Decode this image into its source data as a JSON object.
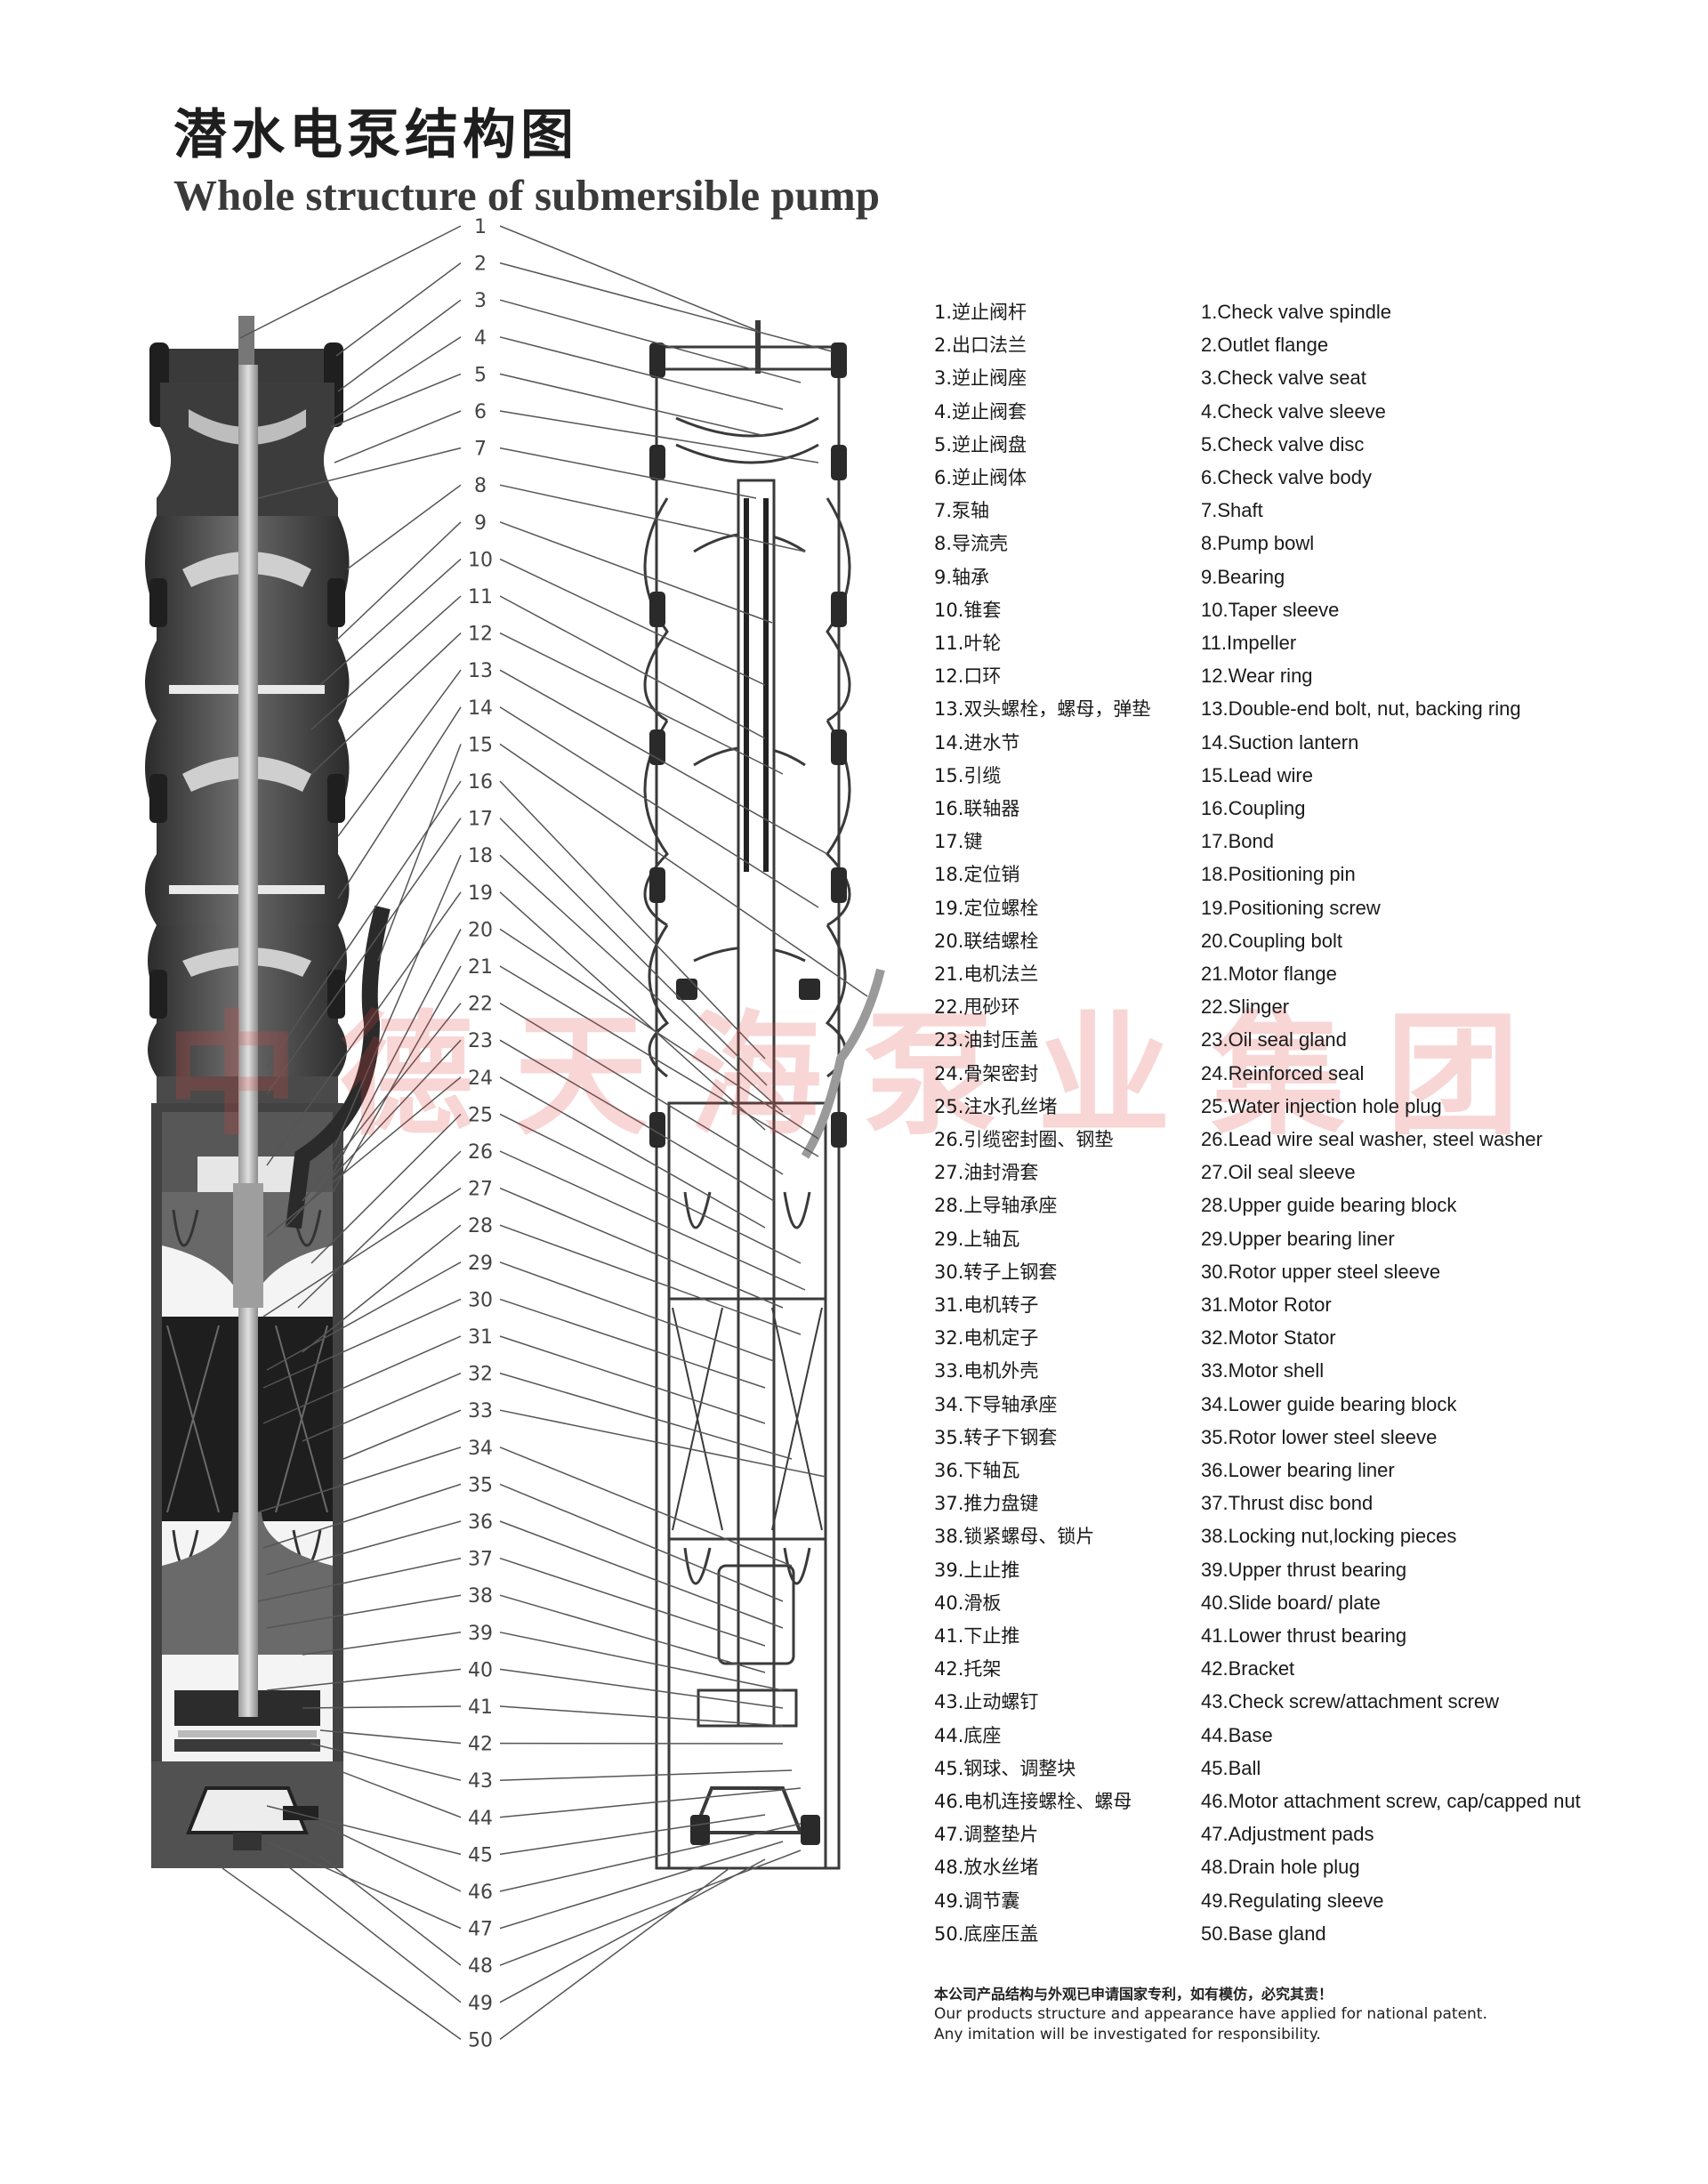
{
  "title": {
    "cn": "潜水电泵结构图",
    "en": "Whole structure of submersible pump"
  },
  "watermark": "中德天海泵业集团",
  "callout_numbers": [
    "1",
    "2",
    "3",
    "4",
    "5",
    "6",
    "7",
    "8",
    "9",
    "10",
    "11",
    "12",
    "13",
    "14",
    "15",
    "16",
    "17",
    "18",
    "19",
    "20",
    "21",
    "22",
    "23",
    "24",
    "25",
    "26",
    "27",
    "28",
    "29",
    "30",
    "31",
    "32",
    "33",
    "34",
    "35",
    "36",
    "37",
    "38",
    "39",
    "40",
    "41",
    "42",
    "43",
    "44",
    "45",
    "46",
    "47",
    "48",
    "49",
    "50"
  ],
  "parts": [
    {
      "cn": "1.逆止阀杆",
      "en": "1.Check valve spindle"
    },
    {
      "cn": "2.出口法兰",
      "en": "2.Outlet flange"
    },
    {
      "cn": "3.逆止阀座",
      "en": "3.Check valve seat"
    },
    {
      "cn": "4.逆止阀套",
      "en": "4.Check valve sleeve"
    },
    {
      "cn": "5.逆止阀盘",
      "en": "5.Check valve disc"
    },
    {
      "cn": "6.逆止阀体",
      "en": "6.Check valve body"
    },
    {
      "cn": "7.泵轴",
      "en": "7.Shaft"
    },
    {
      "cn": "8.导流壳",
      "en": "8.Pump bowl"
    },
    {
      "cn": "9.轴承",
      "en": "9.Bearing"
    },
    {
      "cn": "10.锥套",
      "en": "10.Taper sleeve"
    },
    {
      "cn": "11.叶轮",
      "en": "11.Impeller"
    },
    {
      "cn": "12.口环",
      "en": "12.Wear ring"
    },
    {
      "cn": "13.双头螺栓，螺母，弹垫",
      "en": "13.Double-end bolt, nut, backing ring"
    },
    {
      "cn": "14.进水节",
      "en": "14.Suction lantern"
    },
    {
      "cn": "15.引缆",
      "en": "15.Lead wire"
    },
    {
      "cn": "16.联轴器",
      "en": "16.Coupling"
    },
    {
      "cn": "17.键",
      "en": "17.Bond"
    },
    {
      "cn": "18.定位销",
      "en": "18.Positioning pin"
    },
    {
      "cn": "19.定位螺栓",
      "en": "19.Positioning screw"
    },
    {
      "cn": "20.联结螺栓",
      "en": "20.Coupling bolt"
    },
    {
      "cn": "21.电机法兰",
      "en": "21.Motor flange"
    },
    {
      "cn": "22.甩砂环",
      "en": "22.Slinger"
    },
    {
      "cn": "23.油封压盖",
      "en": "23.Oil seal gland"
    },
    {
      "cn": "24.骨架密封",
      "en": "24.Reinforced seal"
    },
    {
      "cn": "25.注水孔丝堵",
      "en": "25.Water injection hole plug"
    },
    {
      "cn": "26.引缆密封圈、钢垫",
      "en": "26.Lead wire seal washer, steel washer"
    },
    {
      "cn": "27.油封滑套",
      "en": "27.Oil seal sleeve"
    },
    {
      "cn": "28.上导轴承座",
      "en": "28.Upper guide bearing block"
    },
    {
      "cn": "29.上轴瓦",
      "en": "29.Upper bearing liner"
    },
    {
      "cn": "30.转子上钢套",
      "en": "30.Rotor upper steel sleeve"
    },
    {
      "cn": "31.电机转子",
      "en": "31.Motor Rotor"
    },
    {
      "cn": "32.电机定子",
      "en": "32.Motor Stator"
    },
    {
      "cn": "33.电机外壳",
      "en": "33.Motor shell"
    },
    {
      "cn": "34.下导轴承座",
      "en": "34.Lower guide bearing block"
    },
    {
      "cn": "35.转子下钢套",
      "en": "35.Rotor lower steel sleeve"
    },
    {
      "cn": "36.下轴瓦",
      "en": "36.Lower bearing liner"
    },
    {
      "cn": "37.推力盘键",
      "en": "37.Thrust disc bond"
    },
    {
      "cn": "38.锁紧螺母、锁片",
      "en": "38.Locking nut,locking pieces"
    },
    {
      "cn": "39.上止推",
      "en": "39.Upper thrust bearing"
    },
    {
      "cn": "40.滑板",
      "en": "40.Slide board/ plate"
    },
    {
      "cn": "41.下止推",
      "en": "41.Lower thrust bearing"
    },
    {
      "cn": "42.托架",
      "en": "42.Bracket"
    },
    {
      "cn": "43.止动螺钉",
      "en": "43.Check screw/attachment screw"
    },
    {
      "cn": "44.底座",
      "en": "44.Base"
    },
    {
      "cn": "45.钢球、调整块",
      "en": "45.Ball"
    },
    {
      "cn": "46.电机连接螺栓、螺母",
      "en": "46.Motor attachment screw, cap/capped nut"
    },
    {
      "cn": "47.调整垫片",
      "en": "47.Adjustment pads"
    },
    {
      "cn": "48.放水丝堵",
      "en": "48.Drain hole plug"
    },
    {
      "cn": "49.调节囊",
      "en": "49.Regulating sleeve"
    },
    {
      "cn": "50.底座压盖",
      "en": "50.Base gland"
    }
  ],
  "footer": {
    "cn": "本公司产品结构与外观已申请国家专利，如有模仿，必究其责！",
    "en1": "Our products structure and appearance have applied for national patent.",
    "en2": "Any imitation will be investigated for responsibility."
  }
}
